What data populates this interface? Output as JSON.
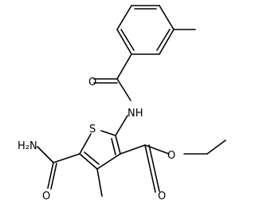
{
  "molecule": {
    "atoms": {
      "amide_n": {
        "label": "H₂N"
      },
      "amide_o": {
        "label": "O"
      },
      "ring_s": {
        "label": "S"
      },
      "benzamide_o": {
        "label": "O"
      },
      "nh": {
        "label": "NH"
      },
      "ester_o_single": {
        "label": "O"
      },
      "ester_o_double": {
        "label": "O"
      }
    }
  }
}
